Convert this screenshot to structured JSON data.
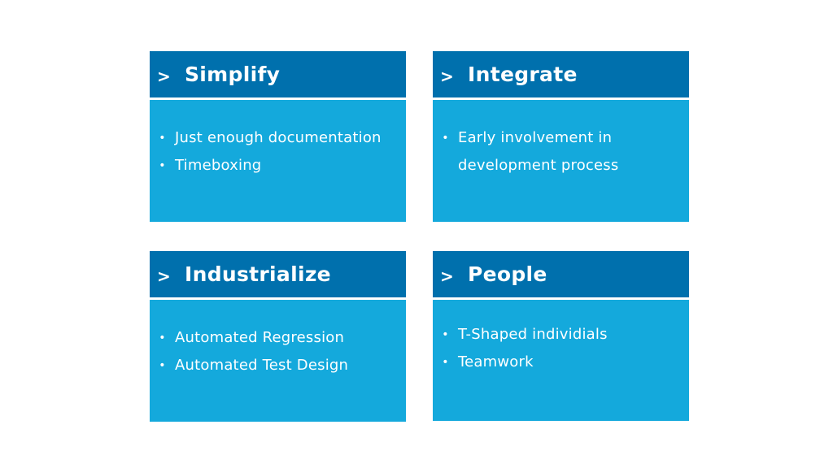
{
  "colors": {
    "header": "#0070ad",
    "body": "#14a9dc",
    "text": "#ffffff"
  },
  "cards": [
    {
      "icon": "chevron-right-icon",
      "chevron": ">",
      "title": "Simplify",
      "items": [
        "Just enough documentation",
        "Timeboxing"
      ]
    },
    {
      "icon": "chevron-right-icon",
      "chevron": ">",
      "title": "Integrate",
      "items": [
        "Early involvement in development process"
      ]
    },
    {
      "icon": "chevron-right-icon",
      "chevron": ">",
      "title": "Industrialize",
      "items": [
        "Automated Regression",
        "Automated Test Design"
      ]
    },
    {
      "icon": "chevron-right-icon",
      "chevron": ">",
      "title": "People",
      "items": [
        "T-Shaped individials",
        "Teamwork"
      ]
    }
  ]
}
